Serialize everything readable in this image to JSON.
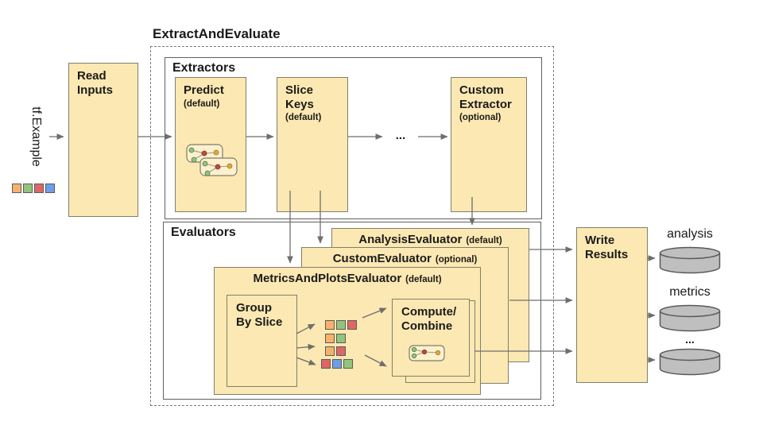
{
  "diagram": {
    "title": "ExtractAndEvaluate",
    "input": {
      "label": "tf.Example"
    },
    "read_inputs": {
      "label": "Read\nInputs"
    },
    "extractors": {
      "label": "Extractors",
      "predict": {
        "label": "Predict",
        "qualifier": "(default)"
      },
      "slice_keys": {
        "label": "Slice\nKeys",
        "qualifier": "(default)"
      },
      "ellipsis": "...",
      "custom_extractor": {
        "label": "Custom\nExtractor",
        "qualifier": "(optional)"
      }
    },
    "evaluators": {
      "label": "Evaluators",
      "analysis_evaluator": {
        "label": "AnalysisEvaluator",
        "qualifier": "(default)"
      },
      "custom_evaluator": {
        "label": "CustomEvaluator",
        "qualifier": "(optional)"
      },
      "metrics_and_plots_evaluator": {
        "label": "MetricsAndPlotsEvaluator",
        "qualifier": "(default)",
        "group_by_slice": {
          "label": "Group\nBy Slice"
        },
        "compute_combine": {
          "label": "Compute/\nCombine"
        }
      }
    },
    "write_results": {
      "label": "Write\nResults"
    },
    "outputs": {
      "analysis": "analysis",
      "metrics": "metrics",
      "more": "..."
    }
  },
  "legend_squares": [
    "orange",
    "green",
    "red",
    "blue"
  ],
  "slice_rows": {
    "row1": [
      "orange",
      "green",
      "red"
    ],
    "row2": [
      "orange",
      "green"
    ],
    "row3": [
      "orange",
      "red"
    ],
    "row4": [
      "red",
      "blue",
      "green"
    ]
  },
  "colors": {
    "orange": "#f6b26b",
    "green": "#93c47d",
    "red": "#e06666",
    "blue": "#6d9eeb",
    "box_fill": "#fce8b2",
    "box_border": "#80806c",
    "container_border": "#5f5f5f",
    "arrow": "#6e6e6e",
    "dashed": "#7a7a7a",
    "cylinder_fill": "#bfbfbf",
    "cylinder_border": "#595959",
    "node_red": "#be4a38",
    "node_yellow": "#e3a73c"
  }
}
